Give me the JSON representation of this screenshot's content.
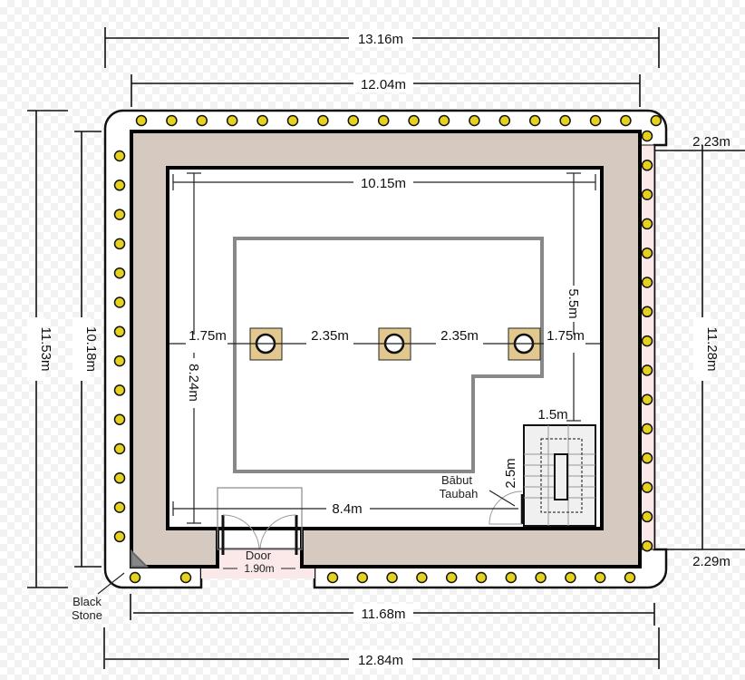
{
  "diagram": {
    "dimensions": {
      "outer_top": "13.16m",
      "wall_top": "12.04m",
      "outer_left": "11.53m",
      "wall_left": "10.18m",
      "outer_right": "11.28m",
      "right_top_offset": "2.23m",
      "right_bottom_offset": "2.29m",
      "wall_bottom": "11.68m",
      "outer_bottom": "12.84m",
      "inner_width": "10.15m",
      "inner_depth": "8.24m",
      "pillar_gap_left": "1.75m",
      "pillar_gap_1": "2.35m",
      "pillar_gap_2": "2.35m",
      "pillar_gap_right": "1.75m",
      "pillar_to_back": "5.5m",
      "door_to_stair": "8.4m",
      "stair_width": "1.5m",
      "stair_length": "2.5m"
    },
    "labels": {
      "black_stone_1": "Black",
      "black_stone_2": "Stone",
      "babut_1": "Bābut",
      "babut_2": "Taubah",
      "door": "Door",
      "door_width": "1.90m"
    },
    "colors": {
      "wall": "#d6c9bf",
      "pillar": "#e2c88e",
      "lamp": "#e6d21c",
      "strip": "#fbe9e9"
    }
  }
}
